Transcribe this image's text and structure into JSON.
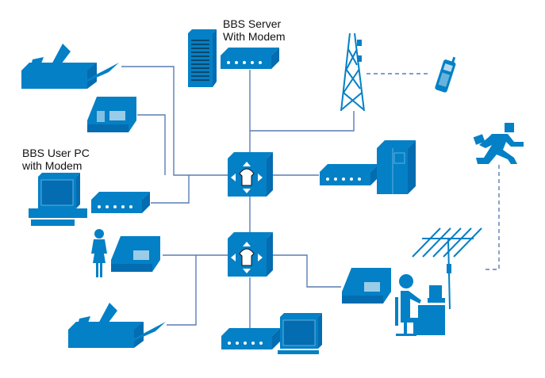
{
  "labels": {
    "server_line1": "BBS Server",
    "server_line2": "With Modem",
    "user_line1": "BBS User PC",
    "user_line2": "with Modem"
  },
  "colors": {
    "device": "#0480c6",
    "connector": "#5a7db4"
  }
}
